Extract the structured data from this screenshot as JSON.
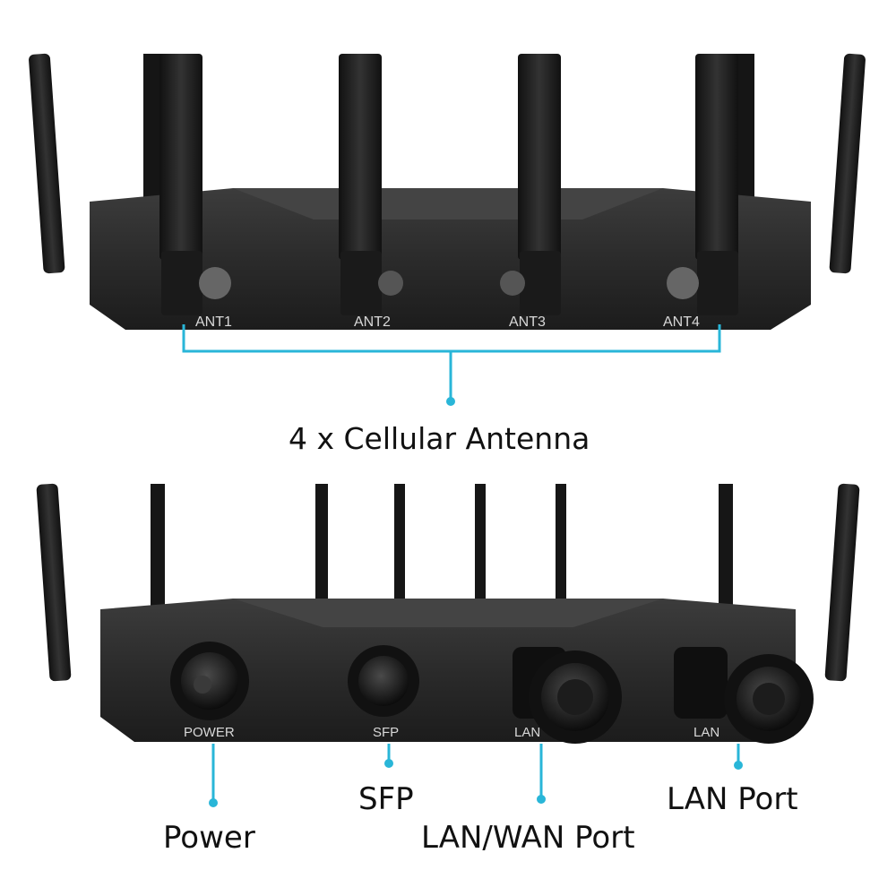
{
  "top_panel": {
    "port_labels": [
      "ANT1",
      "ANT2",
      "ANT3",
      "ANT4"
    ],
    "callout": "4 x Cellular Antenna"
  },
  "bottom_panel": {
    "port_labels": [
      "POWER",
      "SFP",
      "LAN",
      "LAN"
    ],
    "callouts": {
      "power": "Power",
      "sfp": "SFP",
      "lan_wan": "LAN/WAN Port",
      "lan": "LAN Port"
    }
  },
  "colors": {
    "callout_line": "#29b6d8",
    "device_body": "#2a2a2a",
    "background": "#ffffff"
  }
}
